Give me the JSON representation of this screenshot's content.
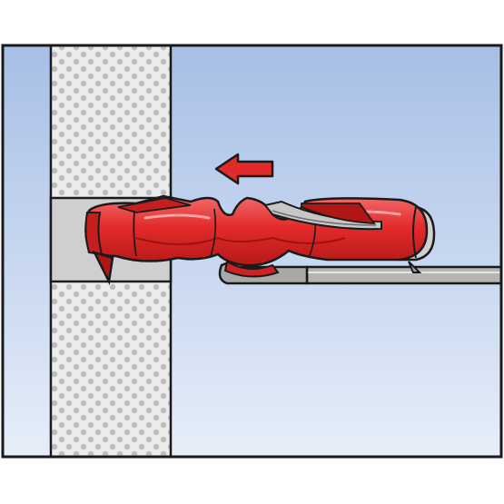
{
  "diagram": {
    "description_visible_text": "",
    "colors": {
      "background": "#ffffff",
      "outline": "#1a1a1a",
      "sky_top": "#a7bfe6",
      "sky_bottom": "#e4ecf9",
      "wall_fill": "#eaeaea",
      "wall_dots": "#bdbdbd",
      "hole_gray": "#c9c9c9",
      "anchor_red": "#e32a2a",
      "anchor_dark_red": "#b01616",
      "anchor_highlight": "#f48a8a",
      "metal_gray": "#9a9a9a",
      "arrow_red": "#e32a2a"
    },
    "elements": {
      "frame": "frame",
      "wall": "drywall-panel",
      "hole": "drilled-hole",
      "anchor": "plastic-wall-anchor",
      "tool": "setting-tool",
      "arrow": "direction-arrow-left"
    }
  }
}
